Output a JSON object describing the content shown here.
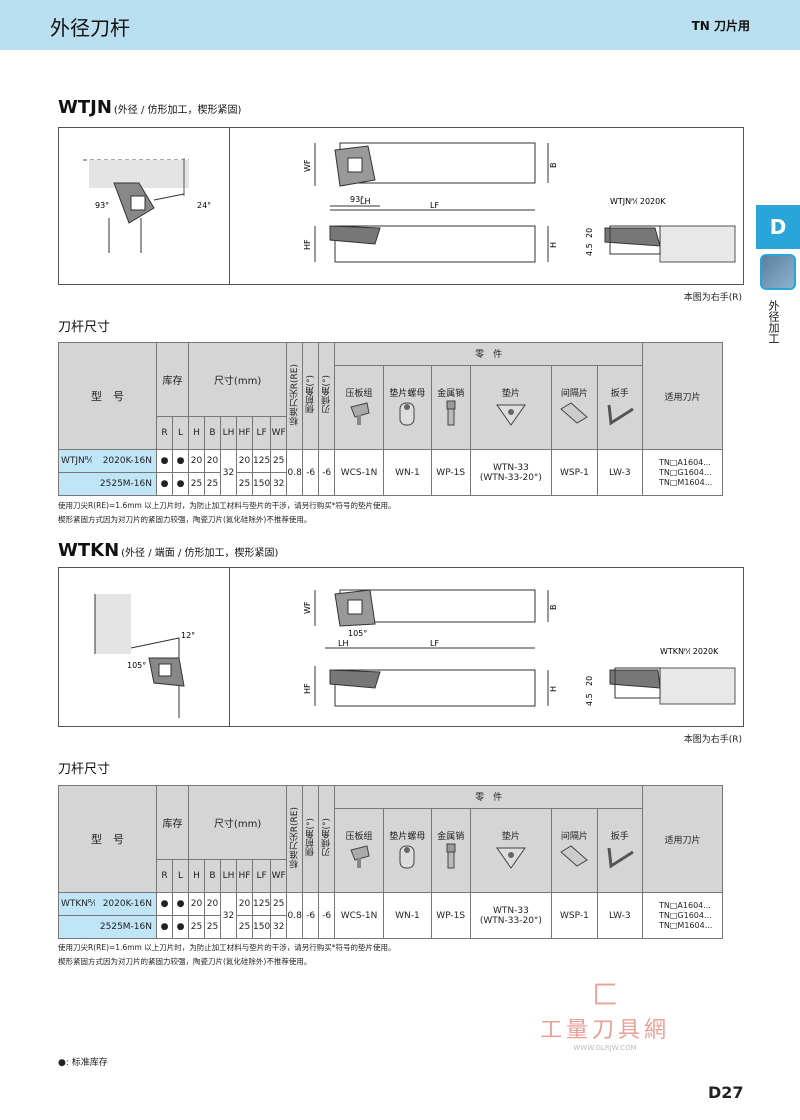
{
  "header": {
    "title": "外径刀杆",
    "subtitle": "TN 刀片用"
  },
  "side": {
    "tab": "D",
    "label": "外径加工"
  },
  "sections": [
    {
      "code": "WTJN",
      "desc": "(外径 / 仿形加工，楔形紧固)",
      "draw_labels": {
        "a1": "93°",
        "a2": "24°",
        "lh": "LH",
        "lf": "LF",
        "wf": "WF",
        "hf": "HF",
        "b": "B",
        "h": "H",
        "d1": "4.5",
        "d2": "20",
        "model": "WTJNᴿ⁄ₗ 2020K",
        "ang_top": "93°"
      },
      "note_right": "本图为右手(R)",
      "table_title": "刀杆尺寸",
      "row_model": "WTJNᴿ⁄ₗ",
      "row1": "2020K-16N",
      "row2": "2525M-16N"
    },
    {
      "code": "WTKN",
      "desc": "(外径 / 端面 / 仿形加工，楔形紧固)",
      "draw_labels": {
        "a1": "105°",
        "a2": "12°",
        "lh": "LH",
        "lf": "LF",
        "wf": "WF",
        "hf": "HF",
        "b": "B",
        "h": "H",
        "d1": "4.5",
        "d2": "20",
        "model": "WTKNᴿ⁄ₗ 2020K",
        "ang_top": "105°"
      },
      "note_right": "本图为右手(R)",
      "table_title": "刀杆尺寸",
      "row_model": "WTKNᴿ⁄ₗ",
      "row1": "2020K-16N",
      "row2": "2525M-16N"
    }
  ],
  "table": {
    "model": "型　号",
    "stock": "库存",
    "dims": "尺寸(mm)",
    "re": "标准刀尖R(RE)",
    "side_angle": "侧前角(°)",
    "incl_angle": "刃倾角(°)",
    "parts": "零　件",
    "parts_cols": [
      "压板组",
      "垫片螺母",
      "金属销",
      "垫片",
      "间隔片",
      "扳手"
    ],
    "inserts": "适用刀片",
    "sub_cols": [
      "R",
      "L",
      "H",
      "B",
      "LH",
      "HF",
      "LF",
      "WF"
    ],
    "rows": [
      {
        "R": "●",
        "L": "●",
        "H": "20",
        "B": "20",
        "HF": "20",
        "LF": "125",
        "WF": "25"
      },
      {
        "R": "●",
        "L": "●",
        "H": "25",
        "B": "25",
        "HF": "25",
        "LF": "150",
        "WF": "32"
      }
    ],
    "lh": "32",
    "re_val": "0.8",
    "side_val": "-6",
    "incl_val": "-6",
    "parts_vals": [
      "WCS-1N",
      "WN-1",
      "WP-1S",
      "WTN-33",
      "WSP-1",
      "LW-3"
    ],
    "shim_alt": "(WTN-33-20°)",
    "insert_list": [
      "TN□A1604...",
      "TN□G1604...",
      "TN□M1604..."
    ]
  },
  "notes": [
    "使用刀尖R(RE)=1.6mm 以上刀片时，为防止加工材料与垫片的干涉，请另行购买*符号的垫片使用。",
    "楔形紧固方式因为对刀片的紧固力较强，陶瓷刀片(氮化硅除外)不推荐使用。"
  ],
  "watermark": {
    "logo": "匚",
    "cn": "工量刀具網",
    "url": "WWW.GLRJW.COM"
  },
  "legend": "●: 标准库存",
  "page": "D27"
}
